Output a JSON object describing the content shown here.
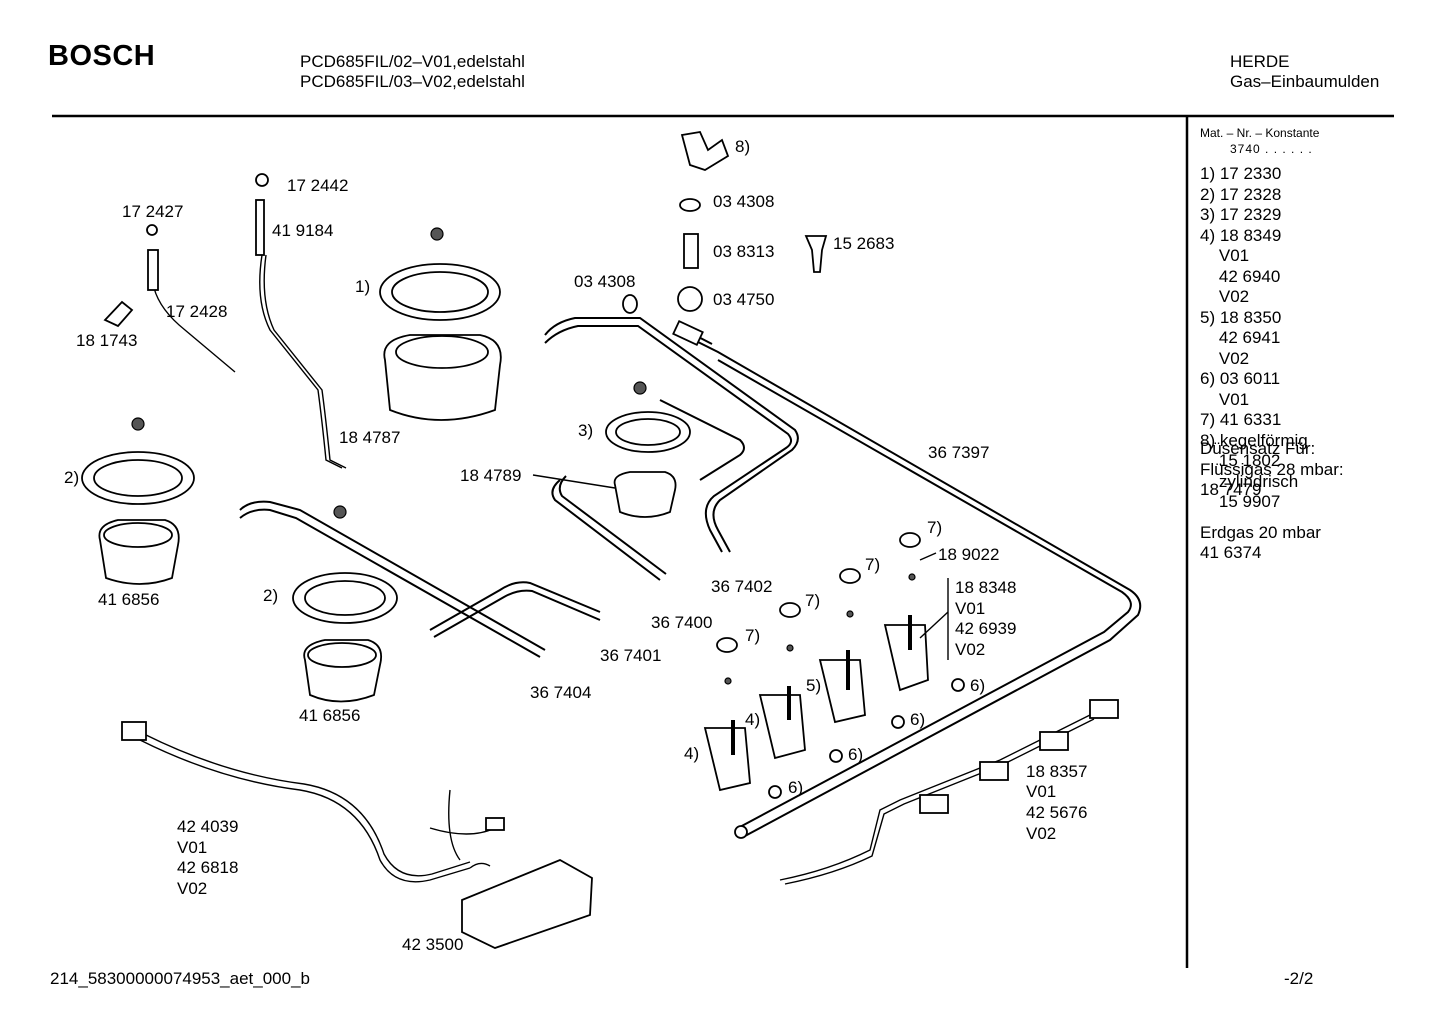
{
  "header": {
    "brand": "BOSCH",
    "model_line1": "PCD685FIL/02–V01,edelstahl",
    "model_line2": "PCD685FIL/03–V02,edelstahl",
    "category": "HERDE",
    "subcategory": "Gas–Einbaumulden"
  },
  "footer": {
    "doc_id": "214_58300000074953_aet_000_b",
    "page": "-2/2"
  },
  "side_panel": {
    "heading": "Mat. – Nr. – Konstante",
    "constant": "3740 . . . . . .",
    "lines": [
      "1) 17 2330",
      "2) 17 2328",
      "3) 17 2329",
      "4) 18 8349",
      "    V01",
      "    42 6940",
      "    V02",
      "5) 18 8350",
      "    42 6941",
      "    V02",
      "6) 03 6011",
      "    V01",
      "7) 41 6331",
      "8) kegelförmig",
      "    15 1802",
      "    zylindrisch",
      "    15 9907"
    ],
    "overlay_lines": [
      "Düsensatz Für:",
      "Flüssigas 28 mbar:",
      "18 7479"
    ],
    "erdgas_line1": "Erdgas 20 mbar",
    "erdgas_line2": "41 6374"
  },
  "labels": {
    "l_172442": "17 2442",
    "l_172427": "17 2427",
    "l_419184": "41 9184",
    "l_172428": "17 2428",
    "l_181743": "18 1743",
    "l_1": "1)",
    "l_184787": "18 4787",
    "l_8": "8)",
    "l_034308a": "03 4308",
    "l_038313": "03 8313",
    "l_152683": "15 2683",
    "l_034308b": "03 4308",
    "l_034750": "03 4750",
    "l_2a": "2)",
    "l_3": "3)",
    "l_184789": "18 4789",
    "l_367397": "36 7397",
    "l_416856a": "41 6856",
    "l_2b": "2)",
    "l_416856b": "41 6856",
    "l_367402": "36 7402",
    "l_367400": "36 7400",
    "l_367401": "36 7401",
    "l_367404": "36 7404",
    "l_7a": "7)",
    "l_189022": "18 9022",
    "l_7b": "7)",
    "l_7c": "7)",
    "l_7d": "7)",
    "l_188348": "18 8348",
    "l_v01a": "V01",
    "l_426939": "42 6939",
    "l_v02a": "V02",
    "l_5": "5)",
    "l_4a": "4)",
    "l_4b": "4)",
    "l_6a": "6)",
    "l_6b": "6)",
    "l_6c": "6)",
    "l_6d": "6)",
    "l_188357": "18 8357",
    "l_v01b": "V01",
    "l_425676": "42 5676",
    "l_v02b": "V02",
    "l_424039": "42 4039",
    "l_v01c": "V01",
    "l_426818": "42 6818",
    "l_v02c": "V02",
    "l_423500": "42 3500"
  }
}
